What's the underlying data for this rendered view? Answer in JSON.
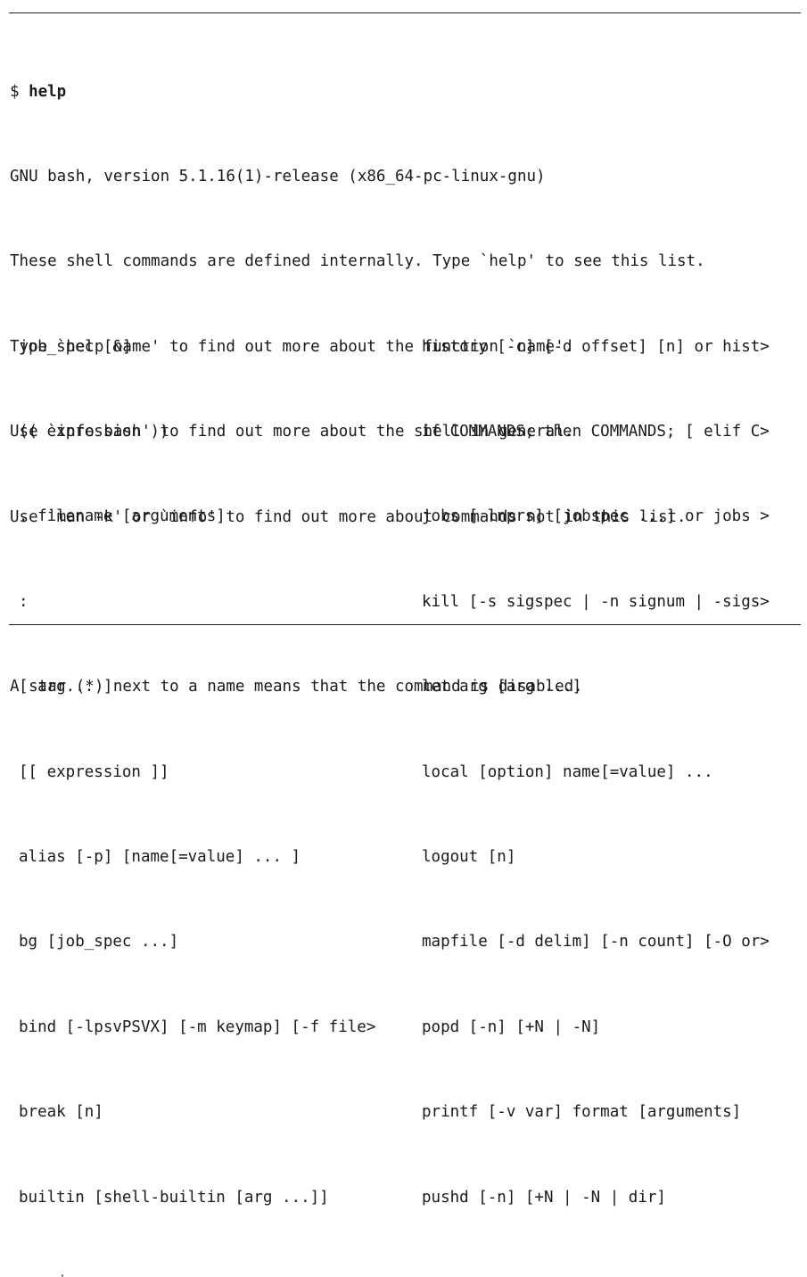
{
  "prompt": {
    "symbol": "$ ",
    "command": "help"
  },
  "intro_lines": [
    "GNU bash, version 5.1.16(1)-release (x86_64-pc-linux-gnu)",
    "These shell commands are defined internally. Type `help' to see this list.",
    "Type `help name' to find out more about the function `name'.",
    "Use `info bash' to find out more about the shell in general.",
    "Use `man -k' or `info' to find out more about commands not in this list.",
    "",
    "A star (*) next to a name means that the command is disabled."
  ],
  "commands": {
    "left": [
      "job_spec [&]",
      "(( expression ))",
      ". filename [arguments]",
      ":",
      "[ arg... ]",
      "[[ expression ]]",
      "alias [-p] [name[=value] ... ]",
      "bg [job_spec ...]",
      "bind [-lpsvPSVX] [-m keymap] [-f file>",
      "break [n]",
      "builtin [shell-builtin [arg ...]]"
    ],
    "right": [
      "history [-c] [-d offset] [n] or hist>",
      "if COMMANDS; then COMMANDS; [ elif C>",
      "jobs [-lnprs] [jobspec ...] or jobs >",
      "kill [-s sigspec | -n signum | -sigs>",
      "let arg [arg ...]",
      "local [option] name[=value] ...",
      "logout [n]",
      "mapfile [-d delim] [-n count] [-O or>",
      "popd [-n] [+N | -N]",
      "printf [-v var] format [arguments]",
      "pushd [-n] [+N | -N | dir]"
    ]
  },
  "snip": "--snip--"
}
